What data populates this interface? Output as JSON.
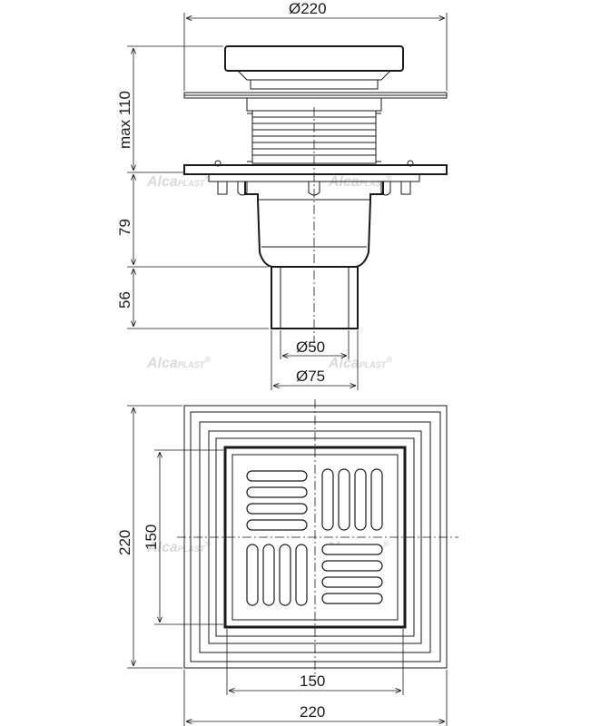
{
  "watermark": {
    "brand_main": "Alca",
    "brand_sub": "PLAST",
    "mark": "®"
  },
  "side_view": {
    "dim_top_diameter": "Ø220",
    "dim_max_height": "max 110",
    "dim_body_height": "79",
    "dim_outlet_height": "56",
    "dim_outlet_inner": "Ø50",
    "dim_outlet_outer": "Ø75"
  },
  "top_view": {
    "dim_outer_height": "220",
    "dim_inner_height": "150",
    "dim_inner_width": "150",
    "dim_outer_width": "220"
  }
}
